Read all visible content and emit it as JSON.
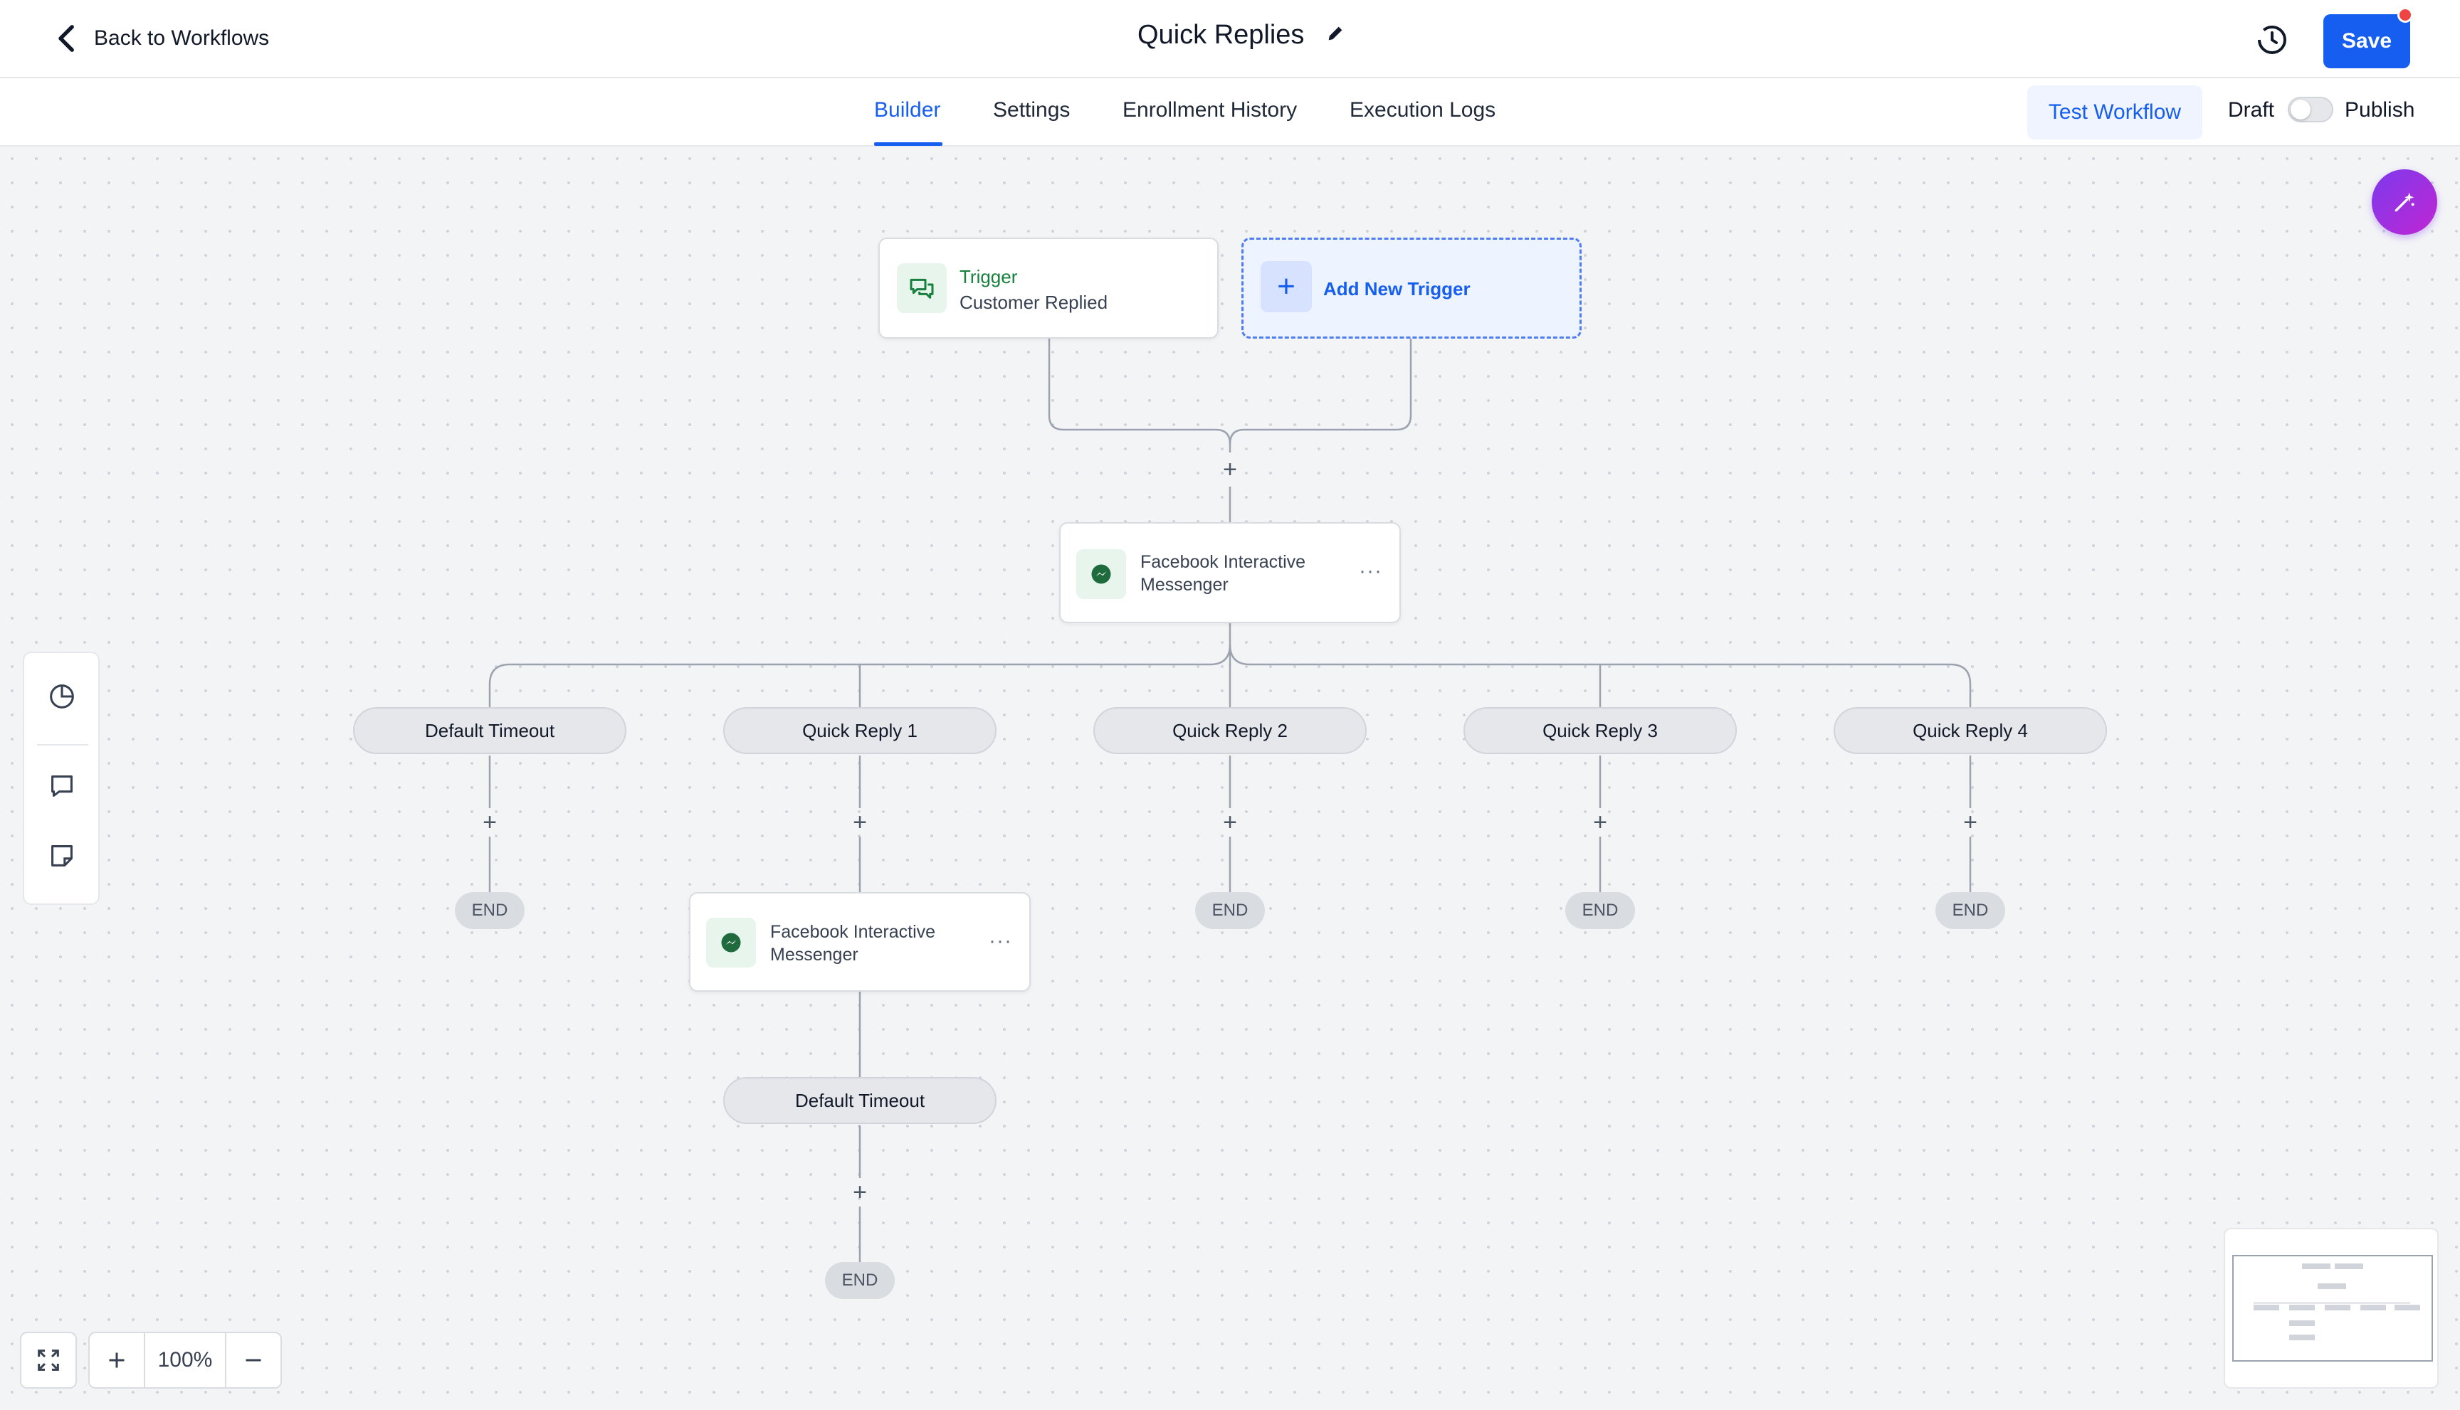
{
  "header": {
    "back_label": "Back to Workflows",
    "title": "Quick Replies",
    "save_label": "Save"
  },
  "tabs": [
    "Builder",
    "Settings",
    "Enrollment History",
    "Execution Logs"
  ],
  "active_tab": "Builder",
  "actions": {
    "test_label": "Test Workflow",
    "draft_label": "Draft",
    "publish_label": "Publish",
    "published": false
  },
  "trigger": {
    "label": "Trigger",
    "name": "Customer Replied"
  },
  "add_trigger_label": "Add New Trigger",
  "action_node": {
    "title": "Facebook Interactive Messenger",
    "menu": "···"
  },
  "branches": [
    "Default Timeout",
    "Quick Reply 1",
    "Quick Reply 2",
    "Quick Reply 3",
    "Quick Reply 4"
  ],
  "nested": {
    "action_title": "Facebook Interactive Messenger",
    "branch": "Default Timeout"
  },
  "end_label": "END",
  "plus_symbol": "+",
  "zoom": {
    "level": "100%"
  },
  "colors": {
    "primary": "#155eef",
    "trigger_green": "#16803c",
    "canvas": "#f3f4f6",
    "ai_fab": "#9333ea",
    "notification": "#ef4444"
  },
  "icons": {
    "back": "chevron-left-icon",
    "edit": "pencil-icon",
    "history": "history-icon",
    "trigger": "chat-icon",
    "messenger": "messenger-icon",
    "ai": "magic-wand-icon",
    "fit": "expand-icon"
  }
}
